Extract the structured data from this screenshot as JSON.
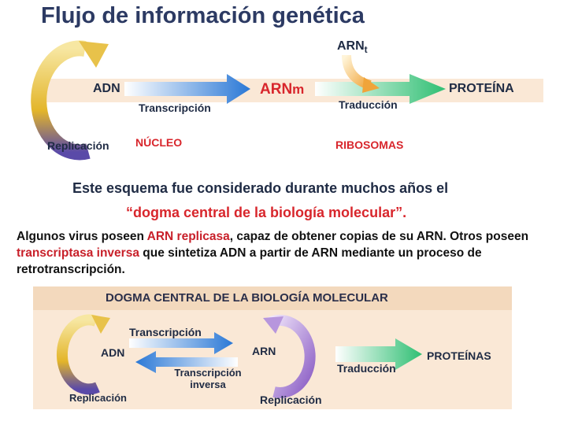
{
  "title": "Flujo de información genética",
  "top_diagram": {
    "adn": "ADN",
    "arnm_main": "ARN",
    "arnm_sub": "m",
    "arnt_main": "ARN",
    "arnt_sub": "t",
    "proteina": "PROTEÍNA",
    "transcripcion": "Transcripción",
    "traduccion": "Traducción",
    "replicacion": "Replicación",
    "nucleo": "NÚCLEO",
    "ribosomas": "RIBOSOMAS"
  },
  "statement_line1": "Este esquema fue considerado durante muchos años el",
  "statement_line2": "“dogma central de la biología molecular”.",
  "paragraph": {
    "p1": "Algunos virus poseen ",
    "h1": "ARN replicasa",
    "p2": ", capaz de obtener copias de su ARN. Otros poseen ",
    "h2": "transcriptasa inversa",
    "p3": " que sintetiza ADN a partir de ARN mediante un proceso de retrotranscripción."
  },
  "bottom_diagram": {
    "title": "DOGMA CENTRAL DE LA BIOLOGÍA MOLECULAR",
    "transcripcion": "Transcripción",
    "adn": "ADN",
    "arn": "ARN",
    "proteinas": "PROTEÍNAS",
    "traduccion": "Traducción",
    "transcripcion_inversa_1": "Transcripción",
    "transcripcion_inversa_2": "inversa",
    "replicacion_adn": "Replicación",
    "replicacion_arn": "Replicación"
  },
  "colors": {
    "title": "#2c3a63",
    "red": "#d8262c",
    "band": "#fae8d6",
    "blue_arrow": "#2a78d6",
    "green_arrow": "#2fbf73",
    "gold": "#e8b82a",
    "purple": "#8a5cc4"
  }
}
